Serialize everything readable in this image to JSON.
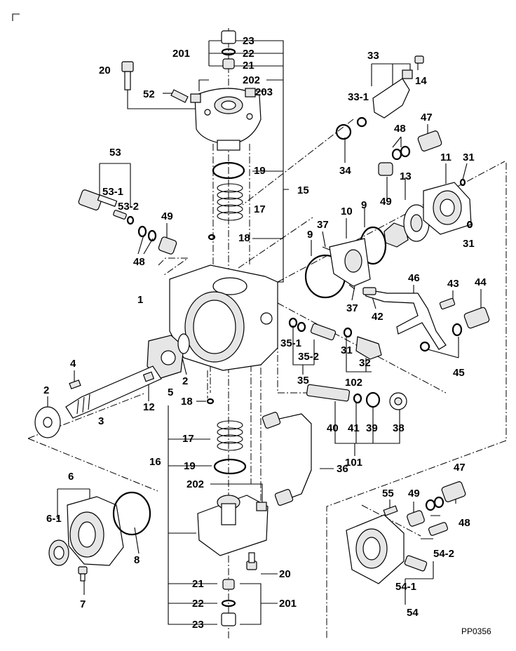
{
  "drawing_code": "PP0356",
  "labels": {
    "l1": "1",
    "l2a": "2",
    "l2b": "2",
    "l3": "3",
    "l4": "4",
    "l5": "5",
    "l6": "6",
    "l6_1": "6-1",
    "l7": "7",
    "l8": "8",
    "l9a": "9",
    "l9b": "9",
    "l10": "10",
    "l11": "11",
    "l12": "12",
    "l13": "13",
    "l14": "14",
    "l15": "15",
    "l16": "16",
    "l17a": "17",
    "l17b": "17",
    "l18a": "18",
    "l18b": "18",
    "l19a": "19",
    "l19b": "19",
    "l20a": "20",
    "l20b": "20",
    "l21a": "21",
    "l21b": "21",
    "l22a": "22",
    "l22b": "22",
    "l23a": "23",
    "l23b": "23",
    "l31a": "31",
    "l31b": "31",
    "l31c": "31",
    "l32": "32",
    "l33": "33",
    "l33_1": "33-1",
    "l34": "34",
    "l35": "35",
    "l35_1": "35-1",
    "l35_2": "35-2",
    "l36": "36",
    "l37a": "37",
    "l37b": "37",
    "l38": "38",
    "l39": "39",
    "l40": "40",
    "l41": "41",
    "l42": "42",
    "l43": "43",
    "l44": "44",
    "l45": "45",
    "l46": "46",
    "l47a": "47",
    "l47b": "47",
    "l48a": "48",
    "l48b": "48",
    "l48c": "48",
    "l49a": "49",
    "l49b": "49",
    "l49c": "49",
    "l52": "52",
    "l53": "53",
    "l53_1": "53-1",
    "l53_2": "53-2",
    "l54": "54",
    "l54_1": "54-1",
    "l54_2": "54-2",
    "l55": "55",
    "l101": "101",
    "l102": "102",
    "l201a": "201",
    "l201b": "201",
    "l202a": "202",
    "l202b": "202",
    "l203": "203"
  }
}
